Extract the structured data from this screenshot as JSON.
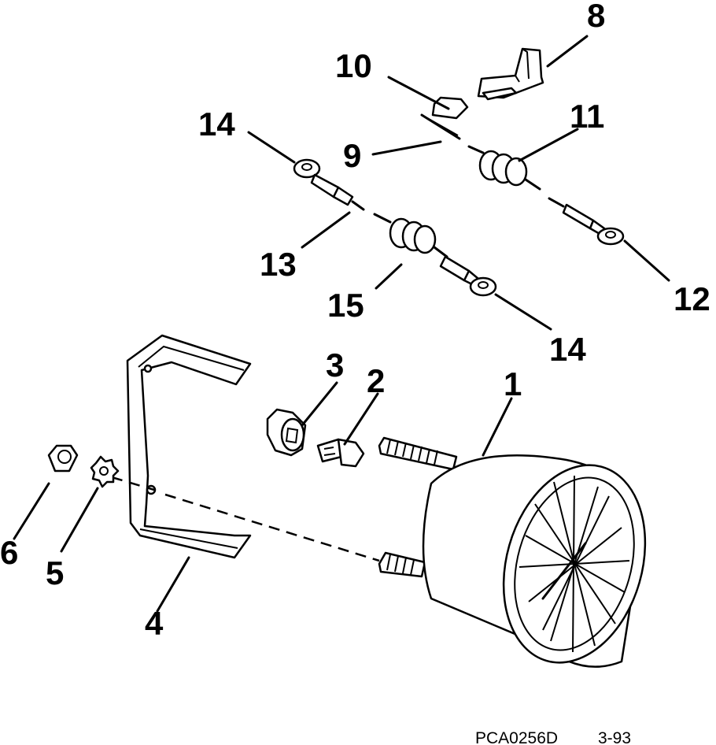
{
  "callouts": {
    "c1": "1",
    "c2": "2",
    "c3": "3",
    "c4": "4",
    "c5": "5",
    "c6": "6",
    "c8": "8",
    "c9": "9",
    "c10": "10",
    "c11": "11",
    "c12": "12",
    "c13": "13",
    "c14a": "14",
    "c14b": "14",
    "c15": "15"
  },
  "caption": {
    "code": "PCA0256D",
    "date": "3-93"
  }
}
